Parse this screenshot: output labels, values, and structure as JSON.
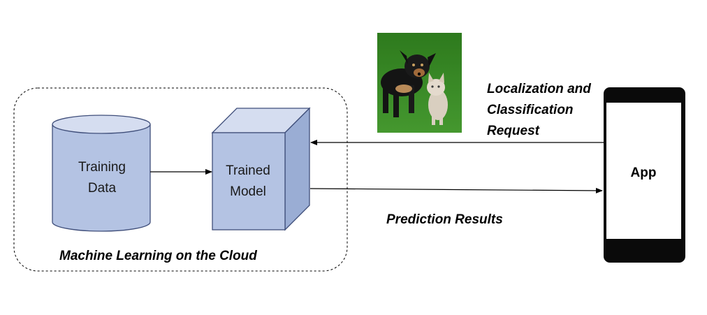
{
  "diagram": {
    "cloud_container": {
      "label": "Machine Learning on the Cloud"
    },
    "training_data": {
      "line1": "Training",
      "line2": "Data"
    },
    "trained_model": {
      "line1": "Trained",
      "line2": "Model"
    },
    "request": {
      "line1": "Localization and",
      "line2": "Classification",
      "line3": "Request"
    },
    "prediction": {
      "label": "Prediction Results"
    },
    "phone": {
      "label": "App"
    },
    "photo": {
      "icon": "dog-and-cat-photo"
    }
  },
  "colors": {
    "node_fill": "#B4C3E3",
    "node_fill_top": "#D5DDF0",
    "node_fill_side": "#9AADD4",
    "node_stroke": "#3F4E7A",
    "phone_body": "#0a0a0a",
    "photo_grass": "#3f8f2a"
  }
}
